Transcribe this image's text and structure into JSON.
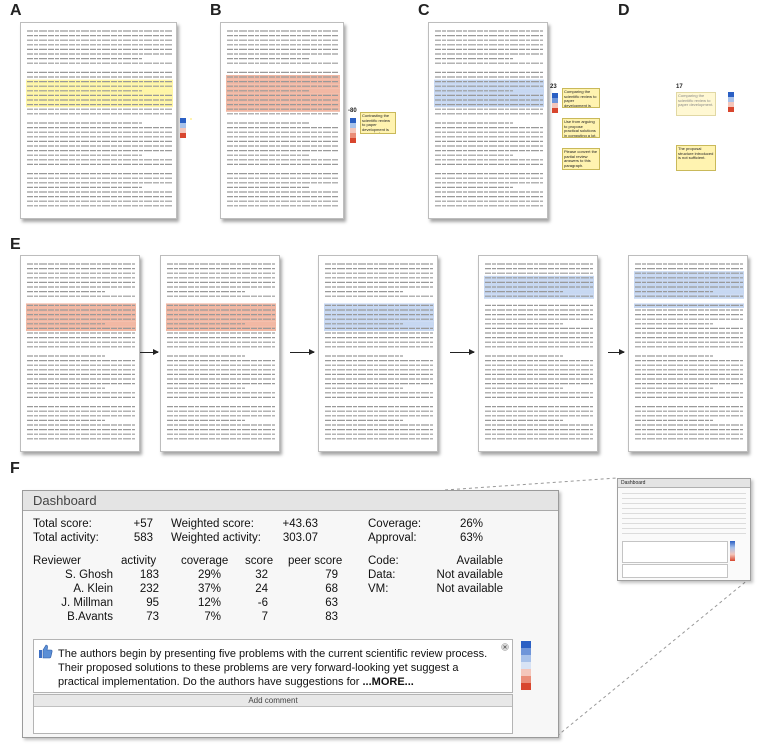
{
  "panel_labels": [
    "A",
    "B",
    "C",
    "D",
    "E",
    "F"
  ],
  "panel_b": {
    "score": "-80"
  },
  "panel_c": {
    "score": "23"
  },
  "panel_d": {
    "score": "17"
  },
  "dashboard": {
    "title": "Dashboard",
    "total_score_label": "Total score:",
    "total_score": "+57",
    "total_activity_label": "Total activity:",
    "total_activity": "583",
    "weighted_score_label": "Weighted score:",
    "weighted_score": "+43.63",
    "weighted_activity_label": "Weighted activity:",
    "weighted_activity": "303.07",
    "coverage_label": "Coverage:",
    "coverage": "26%",
    "approval_label": "Approval:",
    "approval": "63%",
    "table_headers": [
      "Reviewer",
      "activity",
      "coverage",
      "score",
      "peer score"
    ],
    "reviewers": [
      {
        "name": "S. Ghosh",
        "activity": "183",
        "coverage": "29%",
        "score": "32",
        "peer": "79"
      },
      {
        "name": "A. Klein",
        "activity": "232",
        "coverage": "37%",
        "score": "24",
        "peer": "68"
      },
      {
        "name": "J. Millman",
        "activity": "95",
        "coverage": "12%",
        "score": "-6",
        "peer": "63"
      },
      {
        "name": "B.Avants",
        "activity": "73",
        "coverage": "7%",
        "score": "7",
        "peer": "83"
      }
    ],
    "code_label": "Code:",
    "code_value": "Available",
    "data_label": "Data:",
    "data_value": "Not available",
    "vm_label": "VM:",
    "vm_value": "Not available",
    "comment_text": "The authors begin by presenting five problems with the current scientific review process. Their proposed solutions to these problems are very forward-looking yet suggest a practical implementation.  Do the authors have suggestions for ",
    "comment_more": "...MORE...",
    "add_comment_label": "Add comment",
    "rating_colors": [
      "#2a5fc4",
      "#6f95d9",
      "#a9c2ea",
      "#d8e3f5",
      "#f4c6bb",
      "#ea8d78",
      "#d8462e"
    ]
  },
  "bubbles": {
    "b": "Contrasting the scientific review to paper development is presented.",
    "c1": "Comparing the scientific review to paper development is presented.",
    "c2": "Use from arguing to propose practical solutions in computing a lot.",
    "c3": "Please convert the partial review answers to this paragraph.",
    "d1": "Comparing the scientific review to paper development.",
    "d2": "The proposal structure introduced is not sufficient."
  },
  "colors": {
    "orange_hl": "#f2b8a4",
    "blue_hl": "#c7d8f2",
    "yellow_hl": "#fff6a6",
    "bubble": "#fff3b0"
  }
}
